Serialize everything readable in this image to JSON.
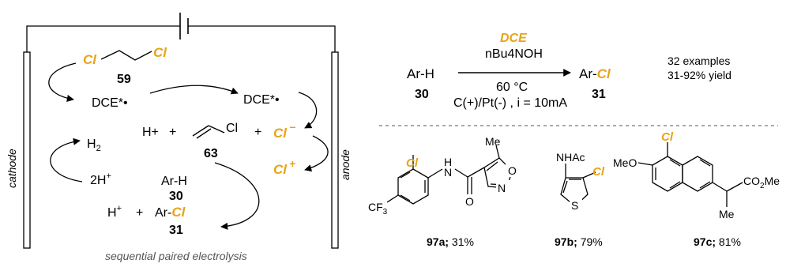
{
  "colors": {
    "accent": "#E8A317",
    "ink": "#000000",
    "caption": "#555555",
    "divider": "#777777"
  },
  "cell": {
    "cathode_label": "cathode",
    "anode_label": "anode",
    "caption": "sequential paired electrolysis"
  },
  "cycle": {
    "dce_cl_left": "Cl",
    "dce_cl_right": "Cl",
    "dce_num": "59",
    "dce_radical_left": "DCE*•",
    "dce_radical_right": "DCE*•",
    "h_plus": "H+",
    "plus1": "+",
    "vinyl_cl": "Cl",
    "vinyl_num": "63",
    "plus2": "+",
    "cl_minus": "Cl",
    "cl_minus_charge": "−",
    "cl_plus": "Cl",
    "cl_plus_charge": "+",
    "h2": "H2",
    "two_h_plus": "2H+",
    "arh": "Ar-H",
    "arh_num": "30",
    "h_plus_bottom": "H+",
    "plus3": "+",
    "arcl_ar": "Ar-",
    "arcl_cl": "Cl",
    "arcl_num": "31"
  },
  "reaction": {
    "substrate": "Ar-H",
    "substrate_num": "30",
    "reagent_top": "DCE",
    "reagent_base": "nBu4NOH",
    "temperature": "60 °C",
    "electrode": "C(+)/Pt(-) , i = 10mA",
    "product_ar": "Ar-",
    "product_cl": "Cl",
    "product_num": "31",
    "scope_line1": "32 examples",
    "scope_line2": "31-92% yield"
  },
  "examples": [
    {
      "id": "97a",
      "yield": "31%",
      "labels": {
        "cl": "Cl",
        "nh": "H",
        "n_amide": "N",
        "me": "Me",
        "o_ring": "O",
        "n_ring": "N",
        "o_carbonyl": "O",
        "cf3": "CF3"
      }
    },
    {
      "id": "97b",
      "yield": "79%",
      "labels": {
        "nhac": "NHAc",
        "cl": "Cl",
        "s": "S"
      }
    },
    {
      "id": "97c",
      "yield": "81%",
      "labels": {
        "cl": "Cl",
        "meo": "MeO",
        "co2me": "CO2Me",
        "me": "Me"
      }
    }
  ]
}
